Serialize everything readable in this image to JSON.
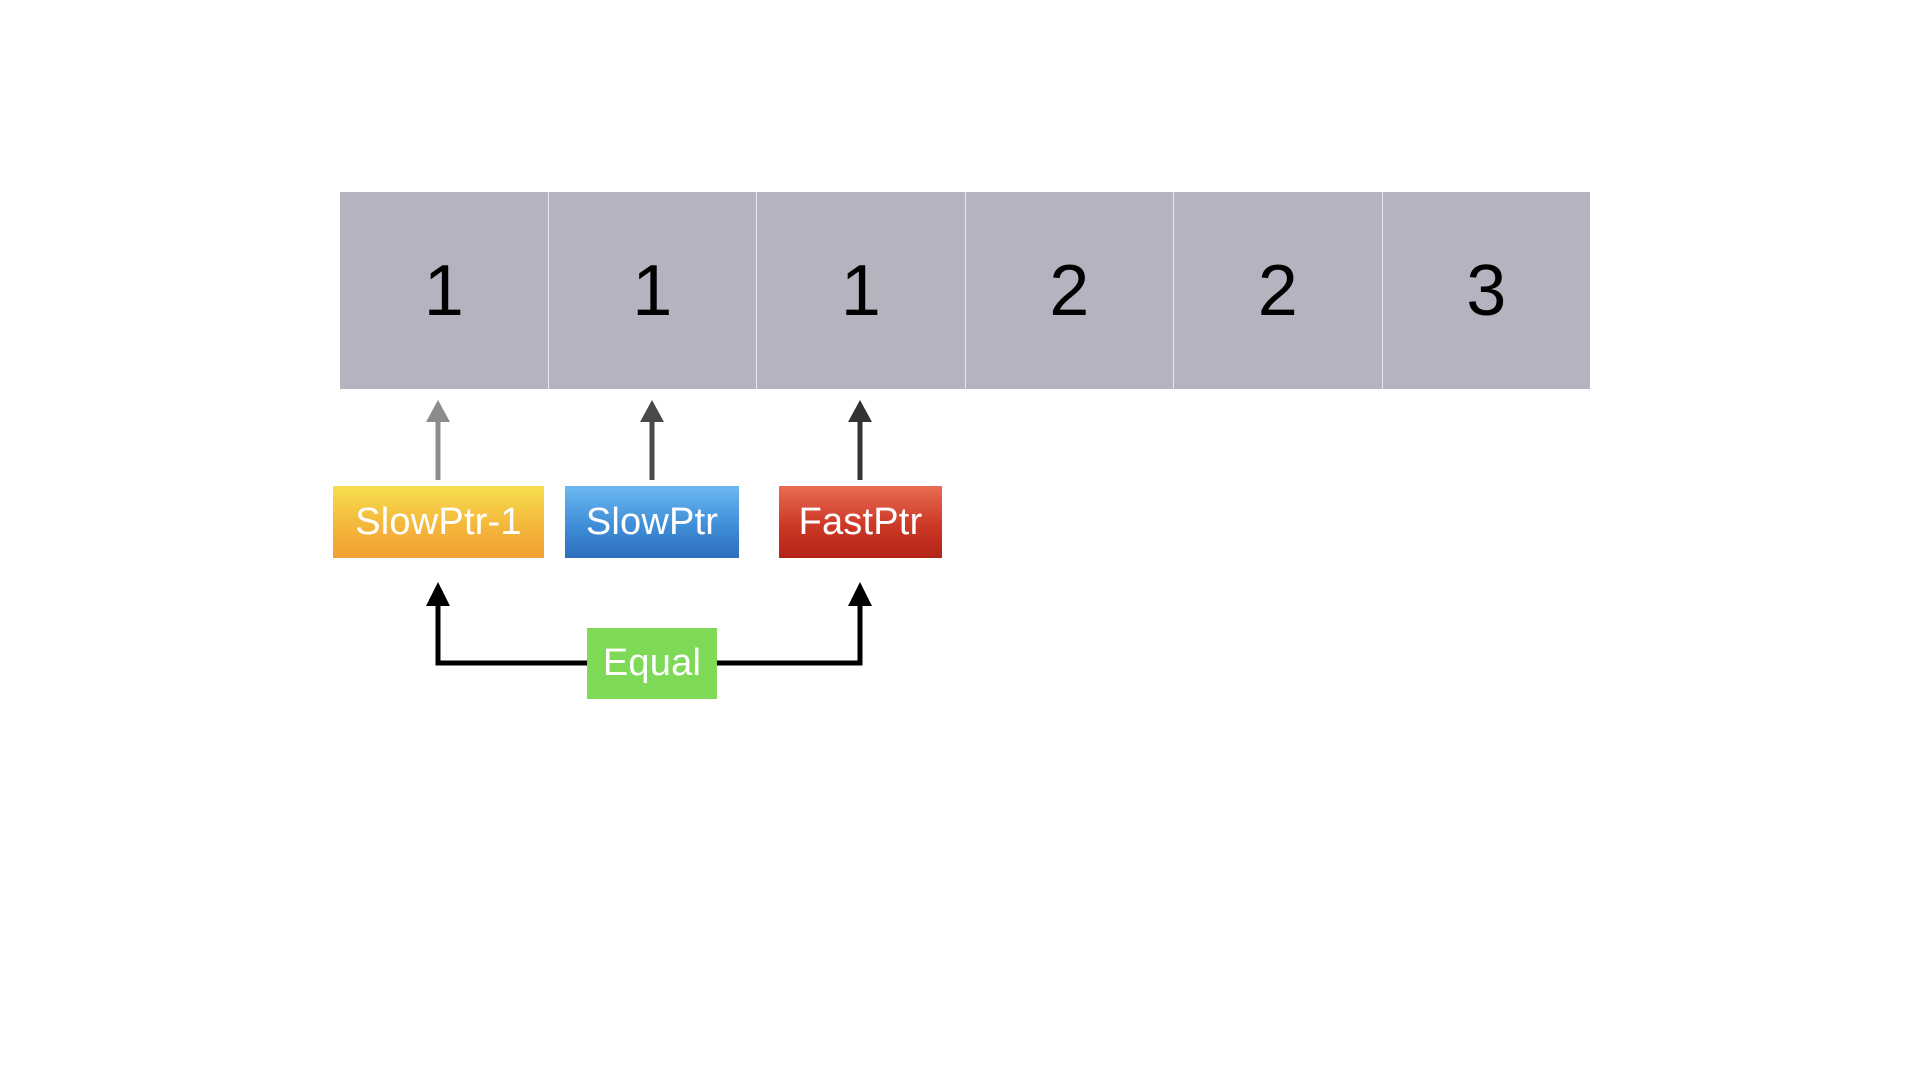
{
  "array": {
    "cells": [
      "1",
      "1",
      "1",
      "2",
      "2",
      "3"
    ]
  },
  "pointers": {
    "slowptr_minus_1": "SlowPtr-1",
    "slowptr": "SlowPtr",
    "fastptr": "FastPtr"
  },
  "comparison": {
    "label": "Equal"
  },
  "colors": {
    "cell_fill": "#b4b4c0",
    "slowptr_minus_1": "#f4b43a",
    "slowptr": "#3f8ed8",
    "fastptr": "#cc3826",
    "equal": "#7ed957",
    "arrow_light": "#8c8c8c",
    "arrow_dark": "#4a4a4a",
    "connector": "#000000"
  }
}
